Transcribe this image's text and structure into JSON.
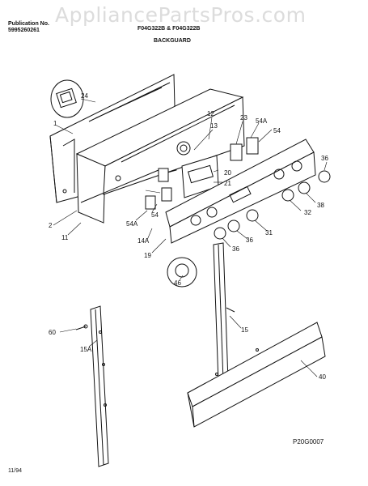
{
  "watermark": "AppliancePartsPros.com",
  "header": {
    "publication_label": "Publication No.",
    "publication_number": "5995260261",
    "models": "F04G322B & F04G322B",
    "section_title": "BACKGUARD"
  },
  "footer": {
    "diagram_code": "P20G0007",
    "date": "11/94"
  },
  "callouts": {
    "c1": "1",
    "c2": "2",
    "c11": "11",
    "c12": "12",
    "c13": "13",
    "c14a": "14A",
    "c15": "15",
    "c15a": "15A",
    "c19": "19",
    "c20": "20",
    "c21": "21",
    "c23": "23",
    "c24": "24",
    "c31": "31",
    "c32": "32",
    "c36a": "36",
    "c36b": "36",
    "c36c": "36",
    "c38": "38",
    "c40": "40",
    "c46": "46",
    "c54a_top": "54A",
    "c54_top": "54",
    "c54_left": "54",
    "c54a_left": "54A",
    "c60": "60"
  }
}
